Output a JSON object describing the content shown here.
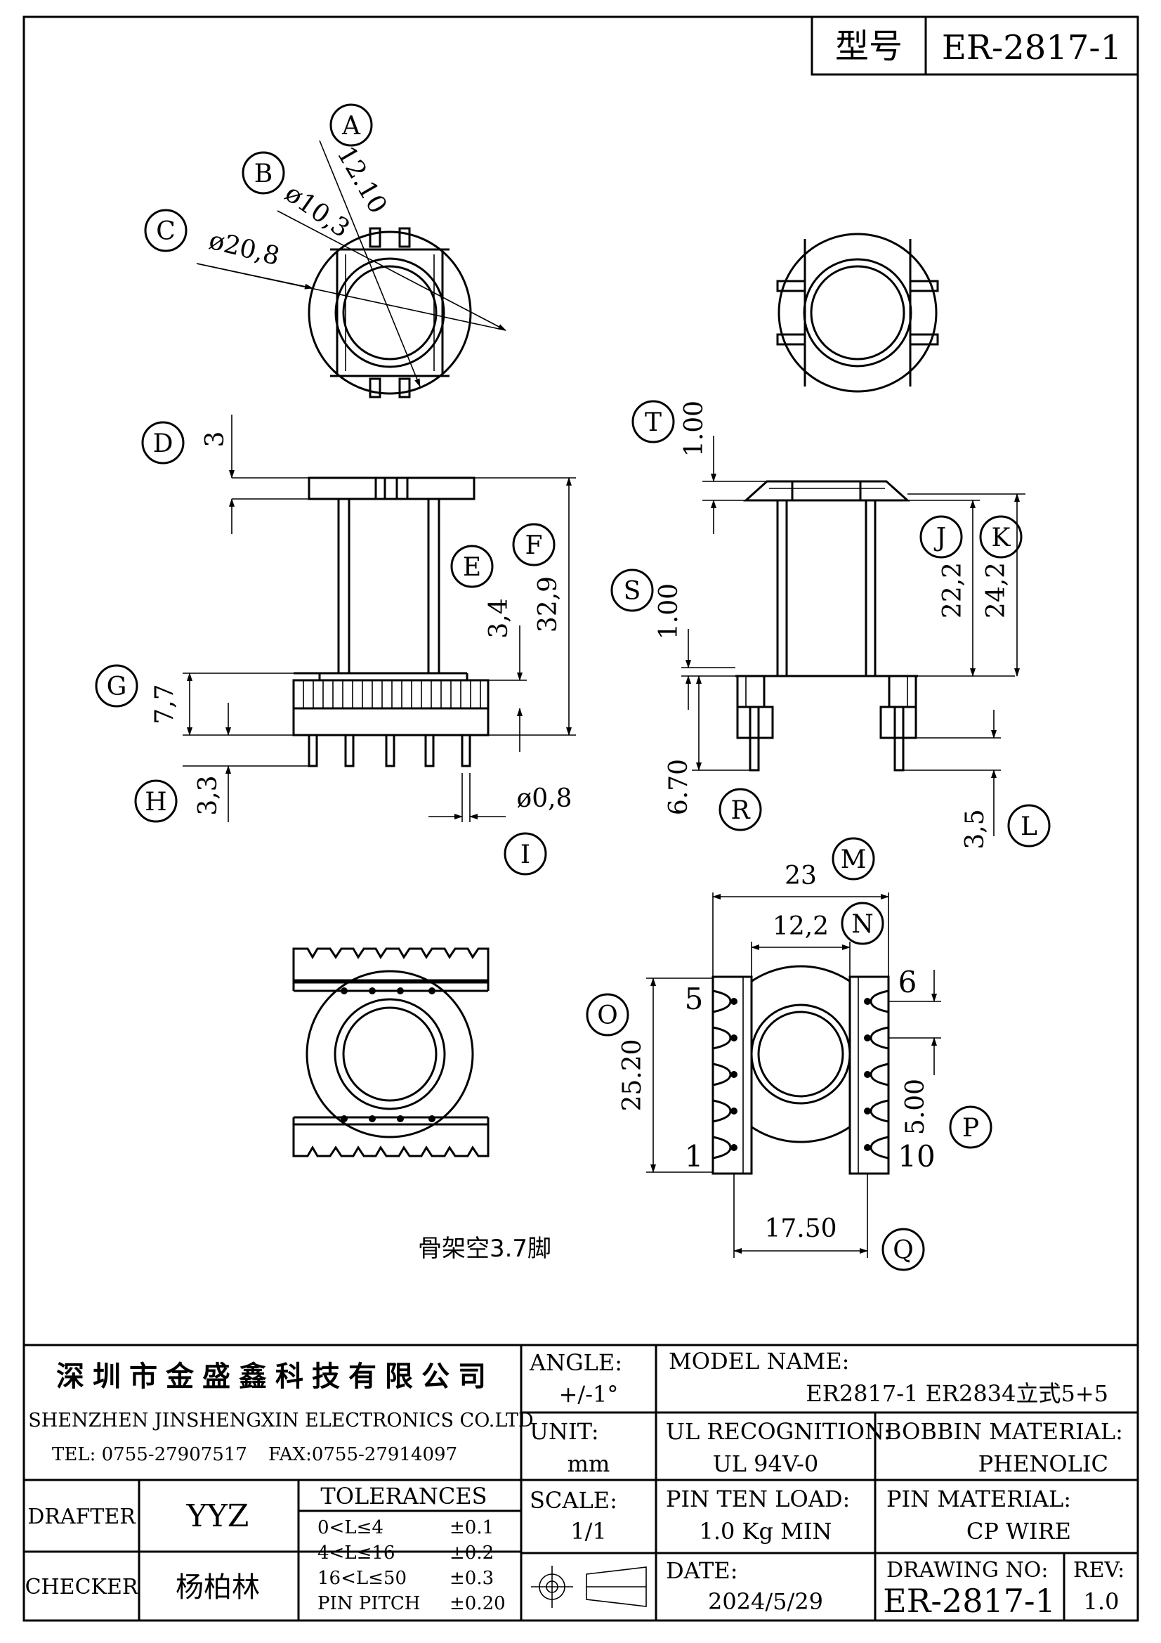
{
  "header": {
    "model_label": "型号",
    "model_value": "ER-2817-1"
  },
  "callouts": {
    "A": "A",
    "B": "B",
    "C": "C",
    "D": "D",
    "E": "E",
    "F": "F",
    "G": "G",
    "H": "H",
    "I": "I",
    "J": "J",
    "K": "K",
    "L": "L",
    "M": "M",
    "N": "N",
    "O": "O",
    "P": "P",
    "Q": "Q",
    "R": "R",
    "S": "S",
    "T": "T"
  },
  "dimensions": {
    "A": "12.10",
    "B": "ø10,3",
    "C": "ø20,8",
    "D": "3",
    "E": "3,4",
    "F": "32,9",
    "G": "7,7",
    "H": "3,3",
    "I": "ø0,8",
    "T": "1.00",
    "S": "1.00",
    "R": "6.70",
    "J": "22,2",
    "K": "24,2",
    "L": "3,5",
    "M": "23",
    "N": "12,2",
    "O": "25.20",
    "P": "5.00",
    "Q": "17.50"
  },
  "pin_labels": {
    "p5": "5",
    "p6": "6",
    "p1": "1",
    "p10": "10"
  },
  "note": "骨架空3.7脚",
  "title_block": {
    "company_cn": "深圳市金盛鑫科技有限公司",
    "company_en": "SHENZHEN JINSHENGXIN ELECTRONICS CO.LTD",
    "tel": "TEL: 0755-27907517",
    "fax": "FAX:0755-27914097",
    "angle_label": "ANGLE:",
    "angle_value": "+/-1°",
    "unit_label": "UNIT:",
    "unit_value": "mm",
    "scale_label": "SCALE:",
    "scale_value": "1/1",
    "model_name_label": "MODEL NAME:",
    "model_name_value": "ER2817-1 ER2834立式5+5",
    "ul_label": "UL RECOGNITION:",
    "ul_value": "UL 94V-0",
    "bobbin_label": "BOBBIN MATERIAL:",
    "bobbin_value": "PHENOLIC",
    "pin_load_label": "PIN TEN LOAD:",
    "pin_load_value": "1.0 Kg MIN",
    "pin_material_label": "PIN MATERIAL:",
    "pin_material_value": "CP WIRE",
    "date_label": "DATE:",
    "date_value": "2024/5/29",
    "drawing_no_label": "DRAWING NO:",
    "drawing_no_value": "ER-2817-1",
    "rev_label": "REV:",
    "rev_value": "1.0",
    "drafter_label": "DRAFTER",
    "drafter_value": "YYZ",
    "checker_label": "CHECKER",
    "checker_value": "杨柏林",
    "tolerances_label": "TOLERANCES",
    "tolerances": [
      {
        "range": "0<L≤4",
        "value": "±0.1"
      },
      {
        "range": "4<L≤16",
        "value": "±0.2"
      },
      {
        "range": "16<L≤50",
        "value": "±0.3"
      },
      {
        "range": "PIN PITCH",
        "value": "±0.20"
      }
    ]
  }
}
